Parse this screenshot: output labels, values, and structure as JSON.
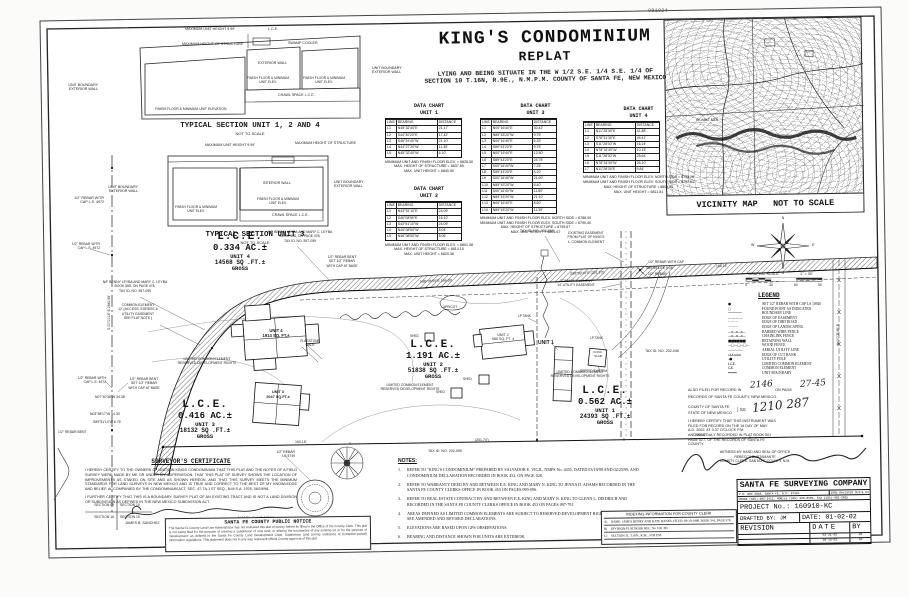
{
  "stamp": "981024",
  "title": {
    "line1": "KING'S CONDOMINIUM",
    "line2": "REPLAT",
    "sub1": "LYING AND BEING SITUATE IN THE W 1/2  S.E. 1/4  S.E. 1/4 OF",
    "sub2": "SECTION 10 T.16N, R.9E., N.M.P.M. COUNTY OF SANTA FE, NEW MEXICO"
  },
  "sections": {
    "s124_caption": "TYPICAL SECTION UNIT 1, 2 AND 4",
    "s3_caption": "TYPICAL SECTION UNIT 3",
    "not_to_scale": "NOT TO SCALE",
    "max_unit_height": "MAXIMUM UNIT HEIGHT 9.99'",
    "max_struct": "MAXIMUM HEIGHT OF STRUCTURE",
    "lce": "L.C.E.",
    "swamp_cooler": "SWAMP COOLER",
    "exterior_wall": "EXTERIOR WALL",
    "interior_wall": "INTERIOR WALL",
    "ff_min_elev": "FINISH FLOOR & MINIMUM",
    "ff_min_elev2": "UNIT ELEV.",
    "ff_min_elevation": "FINISH FLOOR & MINIMUM UNIT ELEVATION",
    "unit_boundary": "UNIT BOUNDARY",
    "ext_wall": "EXTERIOR WALL",
    "crawl_space": "CRAWL SPACE L.C.E.",
    "rebar_wtr": "1/2\" REBAR W/TR",
    "cap_ls": "CAP L.S. 4972"
  },
  "data_charts": {
    "header": {
      "l": "LINE",
      "b": "BEARING",
      "d": "DISTANCE"
    },
    "title": "DATA CHART",
    "unit1": {
      "sub": "UNIT 1",
      "rows": [
        {
          "l": "L1",
          "b": "N45°32'40\"E",
          "d": "21.17'"
        },
        {
          "l": "L2",
          "b": "S44°30'20\"E",
          "d": "17.42'"
        },
        {
          "l": "L3",
          "b": "S45°29'40\"W",
          "d": "21.10'"
        },
        {
          "l": "L4",
          "b": "N44°27'20\"W",
          "d": "11.35'"
        },
        {
          "l": "L5",
          "b": "N45°32'40\"W",
          "d": "6.10'"
        }
      ],
      "notes": [
        "MINIMUM UNIT AND FINISH FLOOR ELEV. = 6828.50",
        "MAX. HEIGHT OF STRUCTURE = 6837.55",
        "MAX. UNIT HEIGHT = 6840.50"
      ]
    },
    "unit2": {
      "sub": "UNIT 2",
      "rows": [
        {
          "l": "L1",
          "b": "N43°51'10\"E",
          "d": "24.09'"
        },
        {
          "l": "L2",
          "b": "S46°08'50\"E",
          "d": "16.10'"
        },
        {
          "l": "L3",
          "b": "S43°51'10\"W",
          "d": "24.09'"
        },
        {
          "l": "L4",
          "b": "N46°08'50\"W",
          "d": "8.04'"
        },
        {
          "l": "L5",
          "b": "N46°08'50\"W",
          "d": "8.06'"
        }
      ],
      "notes": [
        "MINIMUM UNIT AND FINISH FLOOR ELEV. = 6801.38",
        "MAX. HEIGHT OF STRUCTURE = 6814.15",
        "MAX. UNIT HEIGHT = 6820.38"
      ]
    },
    "unit3": {
      "sub": "UNIT 3",
      "rows": [
        {
          "l": "L1",
          "b": "N00°16'40\"E",
          "d": "30.42'"
        },
        {
          "l": "L2",
          "b": "N89°43'20\"W",
          "d": "9.75'"
        },
        {
          "l": "L3",
          "b": "N00°16'40\"E",
          "d": "5.33'"
        },
        {
          "l": "L4",
          "b": "S89°43'20\"E",
          "d": "9.75'"
        },
        {
          "l": "L5",
          "b": "N00°16'40\"E",
          "d": "12.50'"
        },
        {
          "l": "L6",
          "b": "S89°43'20\"E",
          "d": "24.75'"
        },
        {
          "l": "L7",
          "b": "S00°16'40\"W",
          "d": "7.25'"
        },
        {
          "l": "L8",
          "b": "S89°43'20\"E",
          "d": "4.10'"
        },
        {
          "l": "L9",
          "b": "S00°16'40\"W",
          "d": "21.60'"
        },
        {
          "l": "L10",
          "b": "N89°43'20\"W",
          "d": "6.40'"
        },
        {
          "l": "L11",
          "b": "S00°16'40\"W",
          "d": "11.80'"
        },
        {
          "l": "L12",
          "b": "N89°43'20\"W",
          "d": "21.10'"
        },
        {
          "l": "L13",
          "b": "N00°16'40\"E",
          "d": "8.60'"
        },
        {
          "l": "L14",
          "b": "N89°43'20\"W",
          "d": "11.35'"
        }
      ],
      "notes": [
        "MINIMUM UNIT AND FINISH FLOOR ELEV. NORTH SIDE = 6788.09",
        "MINIMUM UNIT AND FINISH FLOOR ELEV. SOUTH SIDE = 6790.40",
        "MAX. HEIGHT OF STRUCTURE = 6799.67",
        "MAX. UNIT HEIGHT = 6803.67"
      ]
    },
    "unit4": {
      "sub": "UNIT 4",
      "rows": [
        {
          "l": "L1",
          "b": "N11°28'30\"E",
          "d": "41.88'"
        },
        {
          "l": "L2",
          "b": "S78°31'30\"E",
          "d": "46.41'"
        },
        {
          "l": "L3",
          "b": "S11°28'30\"W",
          "d": "16.24'"
        },
        {
          "l": "L4",
          "b": "N78°31'30\"W",
          "d": "10.15'"
        },
        {
          "l": "L5",
          "b": "S11°28'30\"W",
          "d": "25.64'"
        },
        {
          "l": "L6",
          "b": "N78°31'30\"W",
          "d": "26.10'"
        },
        {
          "l": "L7",
          "b": "N11°28'30\"E",
          "d": "9.84'"
        }
      ],
      "notes": [
        "MINIMUM UNIT AND FINISH FLOOR ELEV. NORTH SIDE = 6795.26",
        "MINIMUM UNIT AND FINISH FLOOR ELEV. SOUTH SIDE = 6797.81",
        "MAX. HEIGHT OF STRUCTURE = 6805.81",
        "MAX. UNIT HEIGHT = 6811.81"
      ]
    }
  },
  "vicinity": {
    "caption": "VICINITY MAP",
    "scale": "NOT TO SCALE",
    "mtn": "PILABLT MTN"
  },
  "compass": {
    "n": "N",
    "s": "S",
    "e": "E",
    "w": "W"
  },
  "scale_bar": {
    "label": "GRAPHIC SCALE",
    "ratio": "1\" = 30'",
    "t0": "0",
    "t1": "30",
    "t2": "60",
    "t3": "90"
  },
  "legend": {
    "title": "LEGEND",
    "items": [
      {
        "sym": "●",
        "label": "SET 1/2\" REBAR WITH CAP LS 10920"
      },
      {
        "sym": "○",
        "label": "FOUND POINT AS INDICATED"
      },
      {
        "sym": "────────",
        "label": "BOUNDARY LINE"
      },
      {
        "sym": "— — — —",
        "label": "EDGE OF EASEMENT"
      },
      {
        "sym": "· · · · · · · ·",
        "label": "EDGE OF DIRT ROAD"
      },
      {
        "sym": "┈┈┈┈┈┈",
        "label": "EDGE OF LANDSCAPING"
      },
      {
        "sym": "—x—x—x—",
        "label": "BARBED WIRE FENCE"
      },
      {
        "sym": "—o—o—o—",
        "label": "CHAINLINK FENCE"
      },
      {
        "sym": "■■■■■■",
        "label": "RETAINING WALL"
      },
      {
        "sym": "—□—□—□—",
        "label": "WOOD FENCE"
      },
      {
        "sym": "—·—·—·—",
        "label": "AERIAL UTILITY LINE"
      },
      {
        "sym": "∪∪∪∪∪∪",
        "label": "EDGE OF CUT BANK"
      },
      {
        "sym": "–●",
        "label": "UTILITY POLE"
      },
      {
        "sym": "L.C.E.",
        "label": "LIMITED COMMON ELEMENT"
      },
      {
        "sym": "C.E.",
        "label": "COMMON ELEMENT"
      },
      {
        "sym": "━━━━━",
        "label": "UNIT BOUNDARY"
      }
    ]
  },
  "plat": {
    "lce4": [
      "L.C.E.",
      "0.334 AC.±",
      "UNIT 4",
      "14568 SQ .FT.±",
      "GROSS"
    ],
    "lce2": [
      "L.C.E.",
      "1.191 AC.±",
      "UNIT 2",
      "51838 SQ .FT.±",
      "GROSS"
    ],
    "lce3": [
      "L.C.E.",
      "0.416 AC.±",
      "UNIT 3",
      "18132 SQ .FT.±",
      "GROSS"
    ],
    "lce1": [
      "L.C.E.",
      "0.562 AC.±",
      "UNIT 1",
      "24393 SQ .FT.±",
      "GROSS"
    ],
    "leyba": [
      "N/F BENNY LEYBA AND MARY C. LEYBA",
      "BOOK 508, ON PAGE 478,",
      "TAX ID. NO. 557-059"
    ],
    "common12": [
      "COMMON ELEMENT",
      "12' (ACCESS, EGRESS &",
      "UTILITY EASEMENT",
      "SEE PLAT NOTE )"
    ],
    "limited": [
      "LIMITED COMMON ELEMENT",
      "RESERVED DEVELOPMENT RIGHTS"
    ],
    "existing_esmt": [
      "EXISTING EASEMENT",
      "FROM PLAT OF KING'S",
      "L. COMMON ELEMENT"
    ],
    "common14": [
      "COMMON ELEMENT",
      "14' UTILITY EASEMENT"
    ],
    "rebar_cap": "1/2\" REBAR WITH CAP",
    "rebar_dim": "S89°59'14\"E  9.38'",
    "rebar": "1/2\" REBAR",
    "taxid_202_046": "TAX ID. NO. 202-046",
    "taxid_202_090": "TAX ID. NO. 202-090",
    "taxid_306_090": "TAX ID. NO. 306-090",
    "unit4": [
      "UNIT 4",
      "1914 SQ. FT.±"
    ],
    "unit2": [
      "UNIT 2",
      "980 SQ. FT. ±"
    ],
    "unit3": [
      "UNIT 3",
      "2047 SQ.FT.±"
    ],
    "unit1": "UNIT 1",
    "septic": "SEPTIC SYSTEM",
    "conc_slab": [
      "CONC.",
      "SLAB"
    ],
    "shed": "SHED",
    "lp_tank": "LP TANK",
    "apricot": "APRICOT",
    "flagstone": [
      "FLAGSTONE",
      "WALK"
    ],
    "rebar_wtr": [
      "1/2\" REBAR W/TR",
      "CAP L.S. 4972"
    ],
    "rebar_with": [
      "1/2\" REBAR WITH",
      "CAP L.S. 4972"
    ],
    "rebar_bent": "1/2\" REBAR BENT",
    "rebar_bent_set": [
      "1/2\" REBAR BENT",
      "SET 1/2\" REBAR",
      "WITH CAP AT BASE"
    ],
    "bear_left1": "N07°40'38\"W  34.38'",
    "bear_left2": "N03°58'17\"W  54.30'",
    "bear_left3": "S89°51'14\"W  6.75'",
    "bear_top1": "N88°36'59\"E  146.38'",
    "bear_top2": "S88°59'14\"E  (201.10')",
    "bear_top3": "166.16'",
    "bear_bot1": "160.18'",
    "bear_bot2": "(201.74')",
    "bear_bot3": "302.42'",
    "vert_left": "S 00°01'14\" E   2641.69'",
    "vert_right": "N 00°08'46\" E",
    "sec09": "SECTION 09",
    "sec10": "SECTION 10",
    "sec16": "SECTION 16",
    "sec15": "SECTION 15",
    "rebar_ls5749": [
      "1/2\" REBAR",
      "LS 5749"
    ]
  },
  "certificate": {
    "title": "SURVEYOR'S CERTIFICATE",
    "para1": "I HEREBY CERTIFY TO THE OWNERS OF UNITS IN KINGS CONDOMINIUM THAT THIS PLAT AND THE NOTES OF A FIELD SURVEY WERE MADE BY ME OR UNDER MY SUPERVISION, THAT THIS PLAT OF SURVEY SHOWS THE LOCATION OF IMPROVEMENTS AS STAKED ON SITE AND AS SHOWN HEREON, AND THAT THIS SURVEY MEETS THE MINIMUM STANDARDS FOR LAND SURVEYS IN NEW MEXICO AND IS TRUE AND CORRECT TO THE BEST OF MY KNOWLEDGE AND BELIEF. ACCOMPANIED BY THE CONDOMINIUM ACT, SEC. 47-7A-1 ET SEQ., N.M.S.A. 1978, 06/19/98.",
    "para2": "I FURTHER CERTIFY THAT THIS IS A BOUNDARY SURVEY PLAT OF AN EXISTING TRACT AND IS NOT A LAND DIVISION OR SUBDIVISION AS DEFINED IN THE NEW MEXICO SUBDIVISION ACT.",
    "signer": "JAMES B. SANCHEZ",
    "license": "N.M.P.L.S. NO 12589"
  },
  "public_notice": {
    "title": "SANTA FE COUNTY PUBLIC NOTICE",
    "body": "The Santa Fe County Land Use Administrator has not reviewed this plat of survey before its filing in the Office of the County Clerk. This plat is not being filed for the purpose of creating a subdivision of new land, or altering the boundaries of any existing lot or for the purpose of 'development' as defined in the Santa Fe County Land Development Code. Subdivision (and zoning ordinance of Exception-parcel) information regulations. This statement does not in any way represent official County approval of this plat."
  },
  "notes": {
    "title": "NOTES:",
    "items": [
      {
        "n": "1.",
        "t": "REFER TO \"KING'S CONDOMINIUM\" PREPARED BY SALVADOR E. VIGIL, NMPS No. 4455, DATED 03/18/98 AND 02/25/99, AND CONDOMINIUM DECLARATION RECORDED IN BOOK 452, ON PAGE 028."
      },
      {
        "n": "2.",
        "t": "REFER TO WARRANTY DEED BY AND BETWEEN E.E. KING AND MARY N. KING TO JENNA D. ADAMS RECORDED IN THE SANTA FE COUNTY CLERKS OFFICE IN BOOK 453 ON PAGES 099-096."
      },
      {
        "n": "3.",
        "t": "REFER TO REAL ESTATE CONTRACT BY AND BETWEEN E.E. KING AND MARY N. KING TO GLENN L. DIEDRICH AND RECORDED IN THE SANTA FE COUNTY CLERKS OFFICE IN BOOK 453 ON PAGES 097-791."
      },
      {
        "n": "4.",
        "t": "AREAS DEFINED AS LIMITED COMMON ELEMENTS ARE SUBJECT TO RESERVED DEVELOPMENT RIGHTS TO CREATE 2 UNITS, SEE AMENDED AND REVISED DECLARATIONS."
      },
      {
        "n": "5.",
        "t": "ELEVATIONS ARE BASED UPON GPS OBSERVATIONS."
      },
      {
        "n": "6.",
        "t": "BEARING AND DISTANCE SHOWN FOR UNITS ARE EXTERIOR."
      }
    ]
  },
  "recording": {
    "filed1": "ALSO FILED FOR RECORD IN",
    "book_hw": "2146",
    "onpage": "ON PAGE",
    "page_hw": "27-45",
    "filed2": "RECORDS OF SANTA FE COUNTY, NEW MEXICO.",
    "county": "COUNTY OF SANTA FE",
    "state": "STATE OF NEW MEXICO",
    "ss": "} SS",
    "case_hw": "1210 287",
    "cert": [
      "I HEREBY CERTIFY THAT THIS INSTRUMENT WAS",
      "FILED FOR RECORD ON THE 16 DAY OF MAY",
      "A.D. 2002, AT 3:37 O'CLOCK P.M.",
      "AND WAS DULY RECORDED IN PLAT BOOK 501",
      "PAGE 027, OF THE RECORDS OF SANTA FE",
      "COUNTY."
    ],
    "witness": [
      "WITNESS MY HAND AND SEAL OF OFFICE",
      "REBECCA BUSTAMANTE",
      "COUNTY CLERK, SANTA FE COUNTY, N.M."
    ]
  },
  "indexing": {
    "title": "INDEXING INFORMATION FOR COUNTY CLERK",
    "rows": [
      {
        "n": "A)",
        "t": "NAME: JAMES HENRY AND KATE HANKS, FILED: 09-19-1968, BOOK 541, PAGE 578"
      },
      {
        "n": "B)",
        "t": "DIVISION:PLAT BOOK REC. No  318, 391"
      },
      {
        "n": "C)",
        "t": "SECTION 31, T.16N., R.9E., N.M.P.M."
      }
    ]
  },
  "title_block": {
    "company": "SANTA FE SURVEYING COMPANY",
    "addr1a": "P.O. BOX 2618, SANTA FE, N.M. 87504",
    "addr1b": "2905 GALISTEO SUITE E3",
    "addr2": "PHONE (505)-982-2411, MOBILE (505) 690-8505, FAX (505)-982-2825",
    "project": "PROJECT No.: 160910-KC",
    "drafted": "DRAFTED BY:  JM",
    "date": "DATE: 01-02-02",
    "revision": "REVISION",
    "date_h": "DATE",
    "by_h": "BY",
    "revs": [
      {
        "d": "02-21-02",
        "b": "JM"
      },
      {
        "d": "04-16-02",
        "b": "JM"
      }
    ]
  }
}
